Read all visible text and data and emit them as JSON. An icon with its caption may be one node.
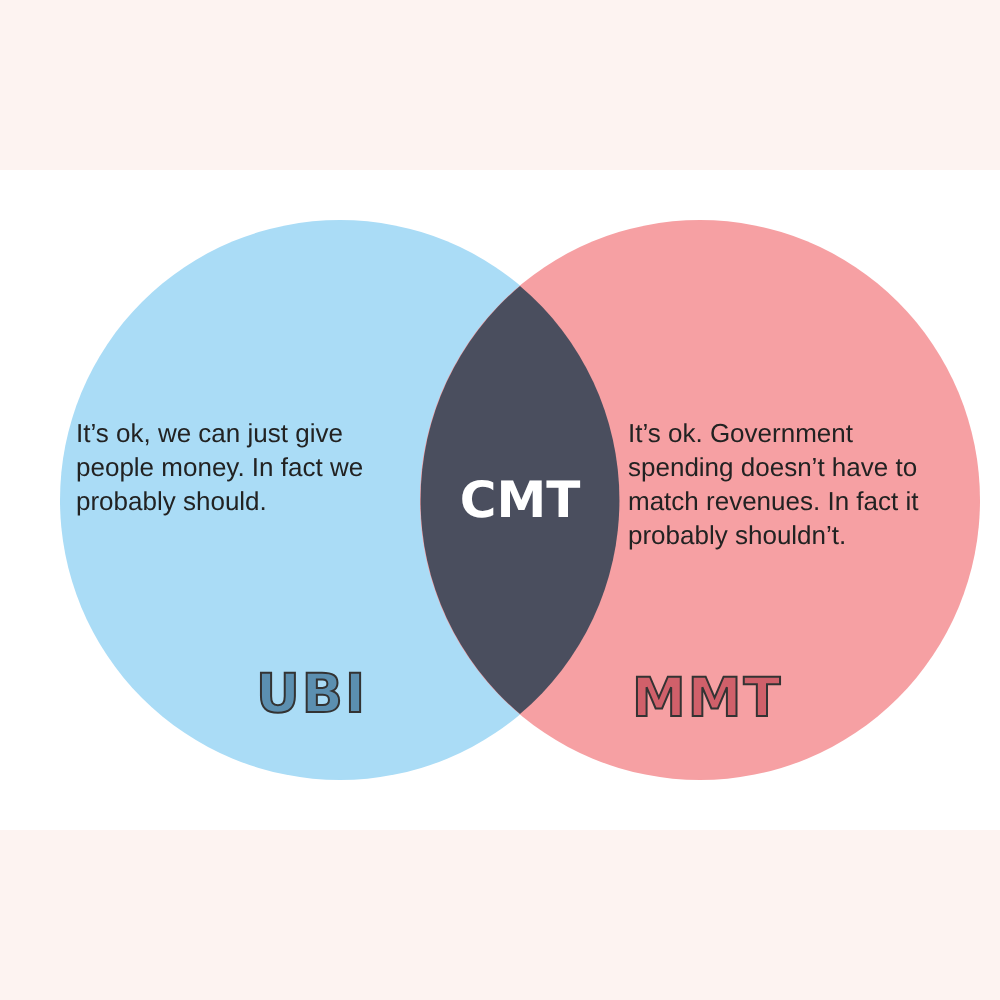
{
  "diagram": {
    "nodes": [
      {
        "text": [
          "It’s ok, we can just give people money. In fact we probably should.",
          "UBI"
        ]
      },
      {
        "text": [
          "It’s ok. Government spending doesn’t have to match revenues. In fact it probably shouldn’t.",
          "MMT"
        ]
      },
      {
        "text": [
          "CMT"
        ]
      }
    ]
  }
}
